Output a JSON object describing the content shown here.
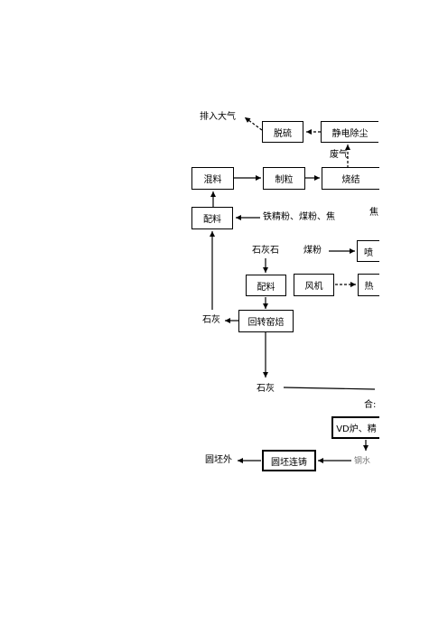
{
  "nodes": {
    "desulfurization": "脱硫",
    "electrostatic_dust_removal": "静电除尘",
    "mixing": "混料",
    "granulation": "制粒",
    "sintering": "烧结",
    "batching_top": "配料",
    "batching_bottom": "配料",
    "fan": "风机",
    "rotary_kiln": "回转窑焙",
    "round_billet_casting": "圆坯连铸",
    "vd_furnace": "VD炉、精",
    "spray_partial": "喷",
    "heat_partial": "热"
  },
  "labels": {
    "exhaust_to_atmosphere": "排入大气",
    "waste_gas": "废气",
    "iron_concentrate_coal_coke": "铁精粉、煤粉、焦",
    "coke_partial": "焦",
    "limestone": "石灰石",
    "coal_powder": "煤粉",
    "lime_left": "石灰",
    "lime_bottom": "石灰",
    "alloy_partial": "合:",
    "molten_steel_partial": "钢水",
    "round_billet_out": "圆坯外"
  }
}
